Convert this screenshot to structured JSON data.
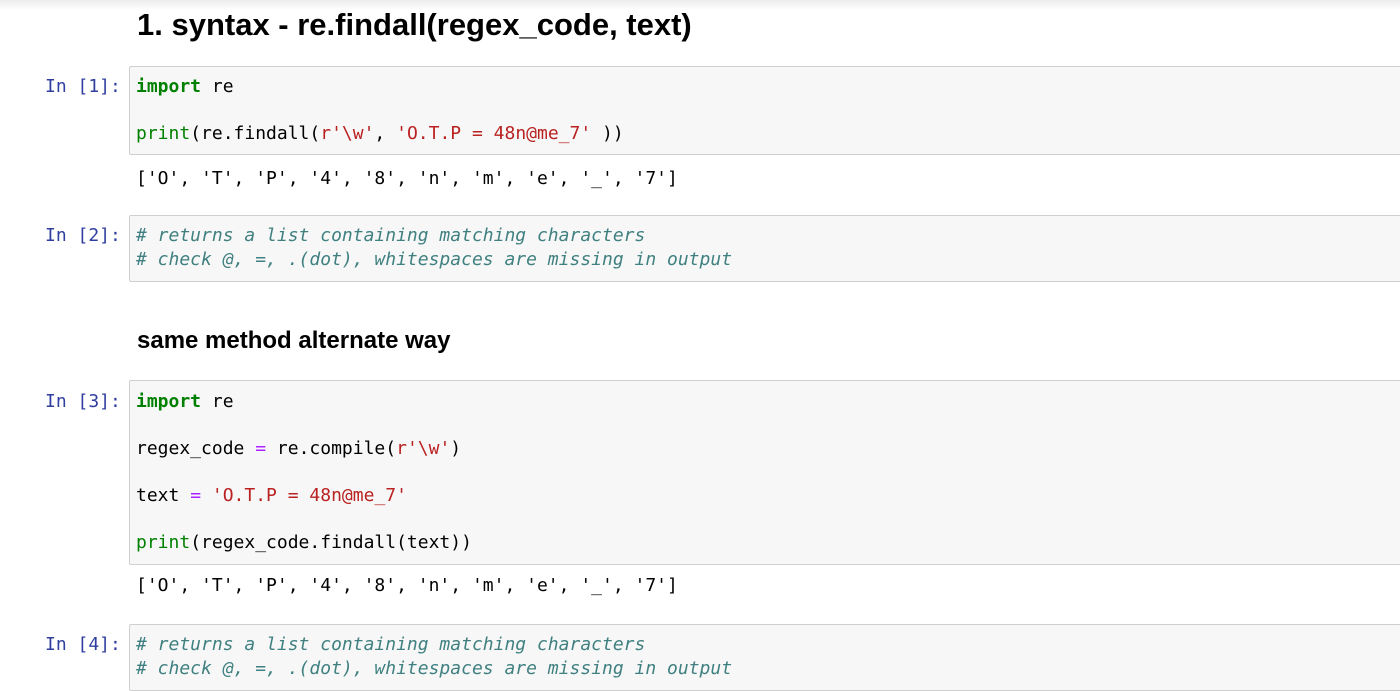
{
  "headings": {
    "h1": "1. syntax - re.findall(regex_code, text)",
    "h3": "same method alternate way"
  },
  "cells": [
    {
      "prompt": "In [1]:",
      "lines": {
        "l1_kw": "import",
        "l1_rest": " re",
        "l2_fn": "print",
        "l2_a": "(re.findall(",
        "l2_s1": "r'\\w'",
        "l2_b": ", ",
        "l2_s2": "'O.T.P = 48n@me_7'",
        "l2_c": " ))"
      },
      "output": "['O', 'T', 'P', '4', '8', 'n', 'm', 'e', '_', '7']"
    },
    {
      "prompt": "In [2]:",
      "comments": [
        "# returns a list containing matching characters",
        "# check @, =, .(dot), whitespaces are missing in output"
      ]
    },
    {
      "prompt": "In [3]:",
      "lines": {
        "l1_kw": "import",
        "l1_rest": " re",
        "l2_a": "regex_code ",
        "l2_op": "=",
        "l2_b": " re.compile(",
        "l2_s": "r'\\w'",
        "l2_c": ")",
        "l3_a": "text ",
        "l3_op": "=",
        "l3_sp": " ",
        "l3_s": "'O.T.P = 48n@me_7'",
        "l4_fn": "print",
        "l4_rest": "(regex_code.findall(text))"
      },
      "output": "['O', 'T', 'P', '4', '8', 'n', 'm', 'e', '_', '7']"
    },
    {
      "prompt": "In [4]:",
      "comments": [
        "# returns a list containing matching characters",
        "# check @, =, .(dot), whitespaces are missing in output"
      ]
    }
  ],
  "colors": {
    "prompt": "#303f9f",
    "keyword": "#008000",
    "string": "#ba2121",
    "operator": "#aa22ff",
    "comment": "#408080",
    "cell_background": "#f7f7f7",
    "cell_border": "#cfcfcf"
  }
}
